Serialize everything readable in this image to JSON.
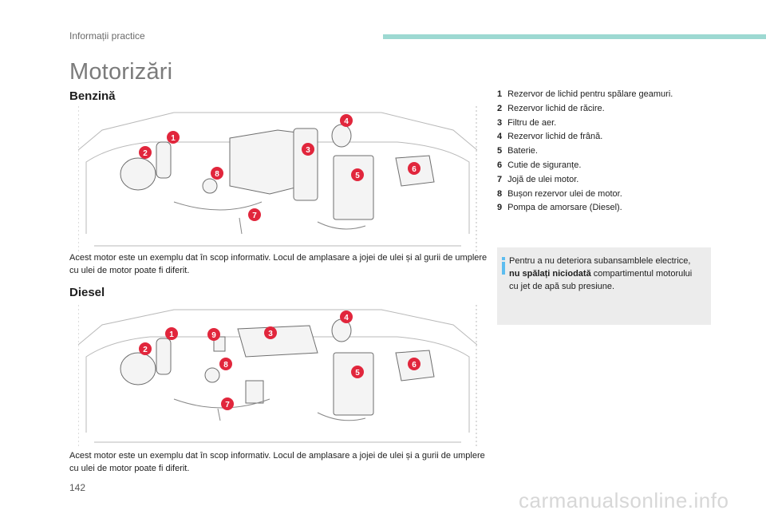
{
  "header": {
    "section_label": "Informații practice"
  },
  "page_title": "Motorizări",
  "sections": {
    "benzina": {
      "heading": "Benzină",
      "caption": "Acest motor este un exemplu dat în scop informativ. Locul de amplasare a jojei de ulei și al gurii de umplere cu ulei de motor poate fi diferit."
    },
    "diesel": {
      "heading": "Diesel",
      "caption": "Acest motor este un exemplu dat în scop informativ. Locul de amplasare a jojei de ulei și a gurii de umplere cu ulei de motor poate fi diferit."
    }
  },
  "legend": [
    {
      "num": "1",
      "text": "Rezervor de lichid pentru spălare geamuri."
    },
    {
      "num": "2",
      "text": "Rezervor lichid de răcire."
    },
    {
      "num": "3",
      "text": "Filtru de aer."
    },
    {
      "num": "4",
      "text": "Rezervor lichid de frână."
    },
    {
      "num": "5",
      "text": "Baterie."
    },
    {
      "num": "6",
      "text": "Cutie de siguranțe."
    },
    {
      "num": "7",
      "text": "Jojă de ulei motor."
    },
    {
      "num": "8",
      "text": "Bușon rezervor ulei de motor."
    },
    {
      "num": "9",
      "text": "Pompa de amorsare (Diesel)."
    }
  ],
  "warning": {
    "text_before": "Pentru a nu deteriora subansamblele electrice, ",
    "text_bold": "nu spălați niciodată",
    "text_after": " compartimentul motorului cu jet de apă sub presiune."
  },
  "page_number": "142",
  "watermark": "carmanualsonline.info",
  "colors": {
    "callout": "#e1263c",
    "accent_bar": "#9dd9d2",
    "info_icon": "#5dbdf0",
    "note_bg": "#ececec"
  }
}
